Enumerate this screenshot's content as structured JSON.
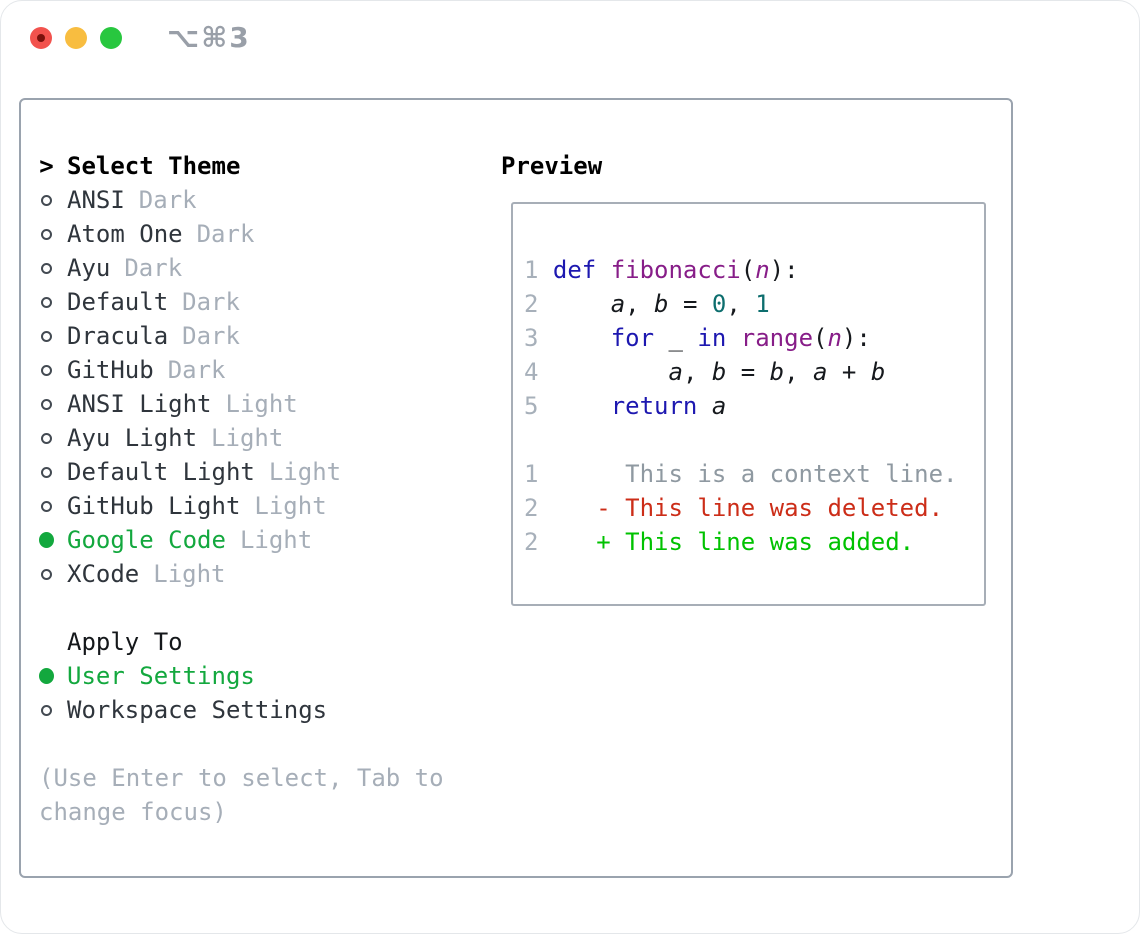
{
  "window": {
    "title": "⌥⌘3"
  },
  "colors": {
    "ui_green": "#13a83e",
    "keyword": "#1d18b0",
    "function": "#871d88",
    "number": "#0d6e6e",
    "code_text": "#16191d",
    "context": "#8f99a1",
    "deleted": "#cc2d18",
    "added": "#00c200",
    "muted": "#a6aeb8",
    "item_text": "#2f353c",
    "border": "#9aa3ae"
  },
  "themes": {
    "prefix": ">",
    "header": "Select Theme",
    "items": [
      {
        "label": "ANSI",
        "tag": "Dark",
        "selected": "false"
      },
      {
        "label": "Atom One",
        "tag": "Dark",
        "selected": "false"
      },
      {
        "label": "Ayu",
        "tag": "Dark",
        "selected": "false"
      },
      {
        "label": "Default",
        "tag": "Dark",
        "selected": "false"
      },
      {
        "label": "Dracula",
        "tag": "Dark",
        "selected": "false"
      },
      {
        "label": "GitHub",
        "tag": "Dark",
        "selected": "false"
      },
      {
        "label": "ANSI Light",
        "tag": "Light",
        "selected": "false"
      },
      {
        "label": "Ayu Light",
        "tag": "Light",
        "selected": "false"
      },
      {
        "label": "Default Light",
        "tag": "Light",
        "selected": "false"
      },
      {
        "label": "GitHub Light",
        "tag": "Light",
        "selected": "false"
      },
      {
        "label": "Google Code",
        "tag": "Light",
        "selected": "true"
      },
      {
        "label": "XCode",
        "tag": "Light",
        "selected": "false"
      }
    ]
  },
  "apply_to": {
    "header": "Apply To",
    "options": [
      {
        "label": "User Settings",
        "selected": "true"
      },
      {
        "label": "Workspace Settings",
        "selected": "false"
      }
    ]
  },
  "hint": {
    "line1": "(Use Enter to select, Tab to",
    "line2": "change focus)"
  },
  "preview": {
    "title": "Preview",
    "code": [
      {
        "num": "1",
        "tokens": [
          {
            "t": "def ",
            "c": "kw"
          },
          {
            "t": "fibonacci",
            "c": "fn"
          },
          {
            "t": "(",
            "c": "pl"
          },
          {
            "t": "n",
            "c": "pm"
          },
          {
            "t": "):",
            "c": "pl"
          }
        ]
      },
      {
        "num": "2",
        "tokens": [
          {
            "t": "    ",
            "c": "pl"
          },
          {
            "t": "a",
            "c": "va"
          },
          {
            "t": ", ",
            "c": "pl"
          },
          {
            "t": "b",
            "c": "va"
          },
          {
            "t": " = ",
            "c": "pl"
          },
          {
            "t": "0",
            "c": "nm"
          },
          {
            "t": ", ",
            "c": "pl"
          },
          {
            "t": "1",
            "c": "nm"
          }
        ]
      },
      {
        "num": "3",
        "tokens": [
          {
            "t": "    ",
            "c": "pl"
          },
          {
            "t": "for",
            "c": "kw"
          },
          {
            "t": " _ ",
            "c": "pl"
          },
          {
            "t": "in",
            "c": "kw"
          },
          {
            "t": " ",
            "c": "pl"
          },
          {
            "t": "range",
            "c": "fn"
          },
          {
            "t": "(",
            "c": "pl"
          },
          {
            "t": "n",
            "c": "pm"
          },
          {
            "t": "):",
            "c": "pl"
          }
        ]
      },
      {
        "num": "4",
        "tokens": [
          {
            "t": "        ",
            "c": "pl"
          },
          {
            "t": "a",
            "c": "va"
          },
          {
            "t": ", ",
            "c": "pl"
          },
          {
            "t": "b",
            "c": "va"
          },
          {
            "t": " = ",
            "c": "pl"
          },
          {
            "t": "b",
            "c": "va"
          },
          {
            "t": ", ",
            "c": "pl"
          },
          {
            "t": "a",
            "c": "va"
          },
          {
            "t": " + ",
            "c": "pl"
          },
          {
            "t": "b",
            "c": "va"
          }
        ]
      },
      {
        "num": "5",
        "tokens": [
          {
            "t": "    ",
            "c": "pl"
          },
          {
            "t": "return",
            "c": "kw"
          },
          {
            "t": " ",
            "c": "pl"
          },
          {
            "t": "a",
            "c": "va"
          }
        ]
      }
    ],
    "diff": [
      {
        "num": "1",
        "tokens": [
          {
            "t": "     This is a context line.",
            "c": "ctx"
          }
        ]
      },
      {
        "num": "2",
        "tokens": [
          {
            "t": "   ",
            "c": "pl"
          },
          {
            "t": "- This line was deleted.",
            "c": "del"
          }
        ]
      },
      {
        "num": "2",
        "tokens": [
          {
            "t": "   ",
            "c": "pl"
          },
          {
            "t": "+ This line was added.",
            "c": "add"
          }
        ]
      }
    ]
  }
}
